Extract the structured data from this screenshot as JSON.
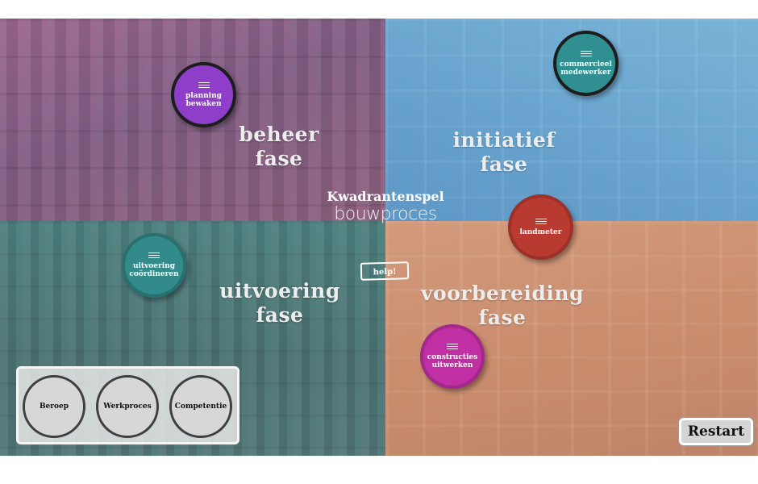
{
  "title": {
    "line1": "Kwadrantenspel",
    "line2": "bouwproces"
  },
  "help_label": "help!",
  "restart_label": "Restart",
  "phases": {
    "beheer": {
      "line1": "beheer",
      "line2": "fase"
    },
    "initiatief": {
      "line1": "initiatief",
      "line2": "fase"
    },
    "uitvoering": {
      "line1": "uitvoering",
      "line2": "fase"
    },
    "voorbereiding": {
      "line1": "voorbereiding",
      "line2": "fase"
    }
  },
  "roles": {
    "planning": {
      "line1": "planning",
      "line2": "bewaken",
      "color": "#8e3ec8"
    },
    "commercieel": {
      "line1": "commercieel",
      "line2": "medewerker",
      "color": "#2f8f91"
    },
    "landmeter": {
      "line1": "landmeter",
      "line2": "",
      "color": "#b83a30"
    },
    "uitvoering": {
      "line1": "uitvoering",
      "line2": "coördineren",
      "color": "#338a8a"
    },
    "constructies": {
      "line1": "constructies",
      "line2": "uitwerken",
      "color": "#c12fa4"
    }
  },
  "tray": {
    "slots": [
      "Beroep",
      "Werkproces",
      "Competentie"
    ]
  },
  "icons": {
    "role_menu": "hamburger-menu-icon"
  }
}
